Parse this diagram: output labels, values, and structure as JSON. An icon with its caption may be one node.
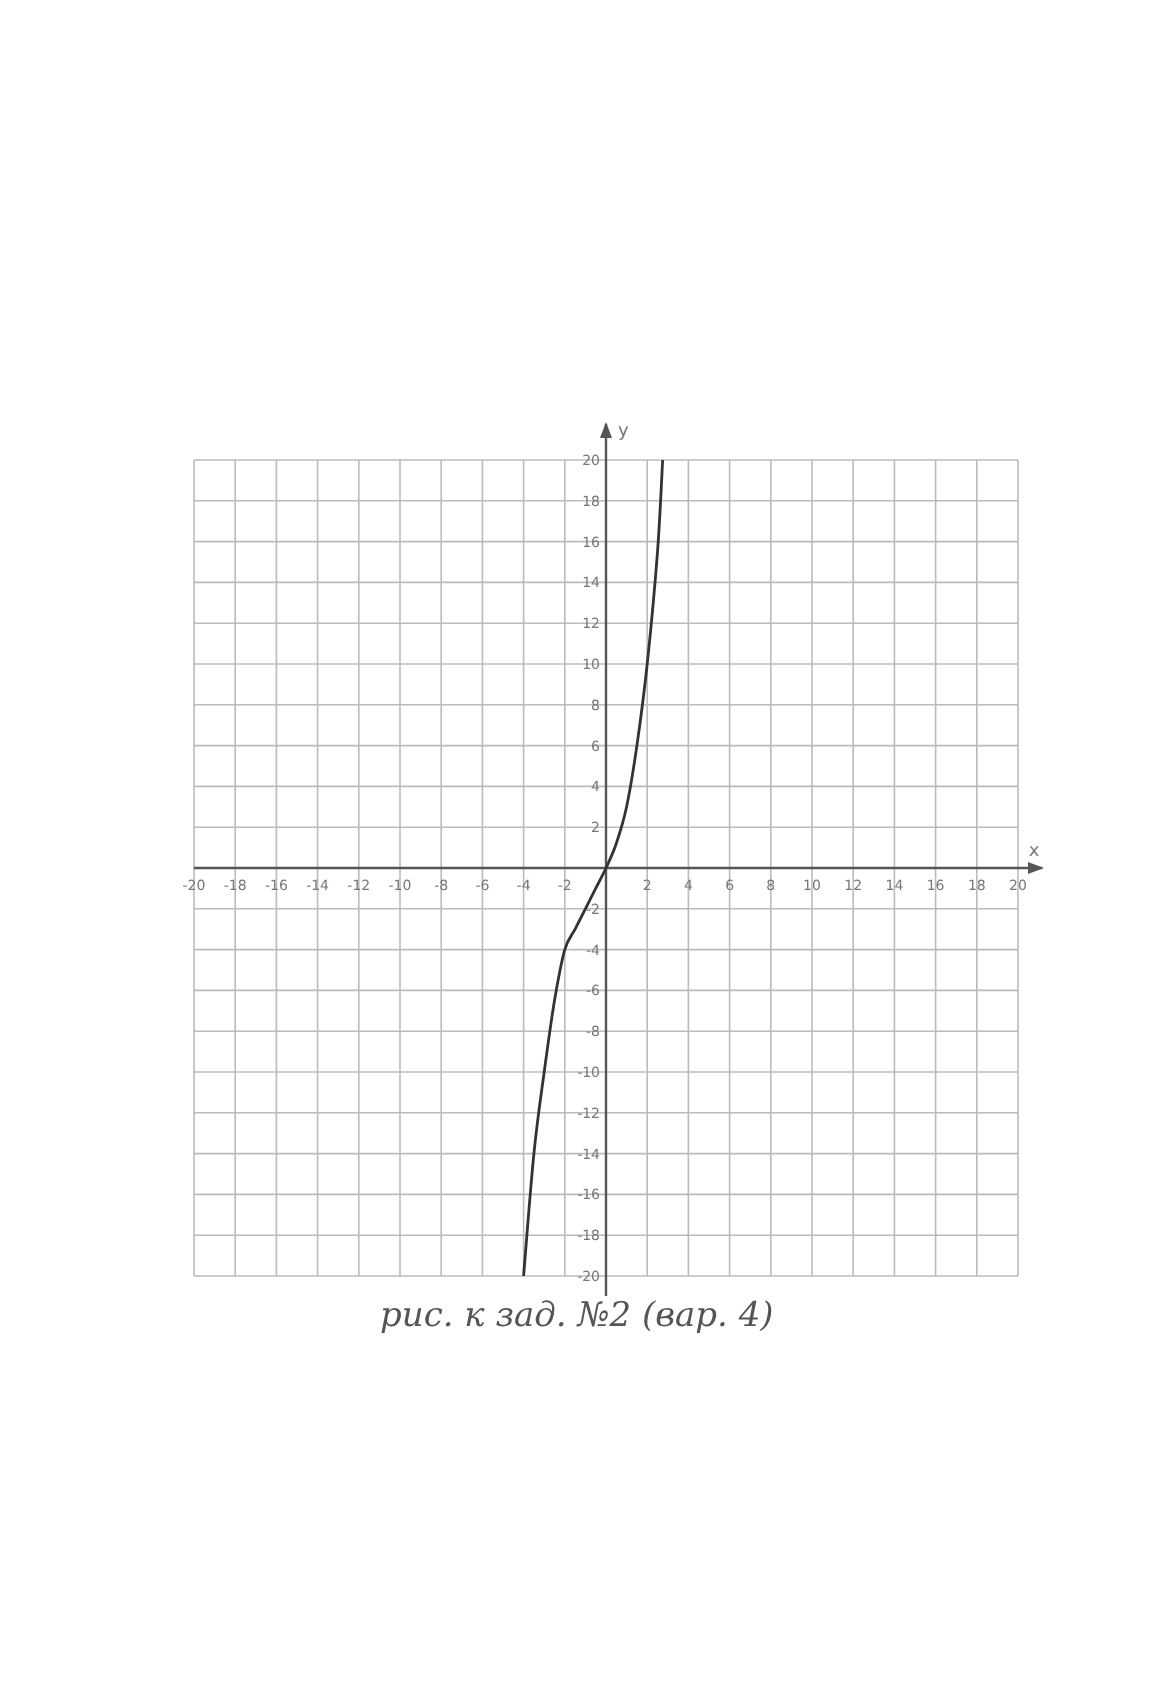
{
  "diagram": {
    "caption": "рис. к зад. №2 (вар. 4)",
    "chart_data": {
      "type": "line",
      "grid": true,
      "xlabel": "x",
      "ylabel": "y",
      "x": [
        -4,
        -3.5,
        -3,
        -2.5,
        -2,
        -1.5,
        -1,
        -0.5,
        0,
        0.5,
        1,
        1.5,
        2,
        2.5,
        2.75
      ],
      "series": [
        {
          "color": "#333333",
          "values": [
            -20,
            -14,
            -10,
            -6.5,
            -4,
            -3,
            -2,
            -1,
            0,
            1.2,
            3,
            6,
            10,
            15.5,
            20
          ]
        }
      ],
      "xlim": [
        -20,
        20
      ],
      "ylim": [
        -20,
        20
      ],
      "xticks": [
        -20,
        -18,
        -16,
        -14,
        -12,
        -10,
        -8,
        -6,
        -4,
        -2,
        2,
        4,
        6,
        8,
        10,
        12,
        14,
        16,
        18,
        20
      ],
      "yticks": [
        -20,
        -18,
        -16,
        -14,
        -12,
        -10,
        -8,
        -6,
        -4,
        -2,
        2,
        4,
        6,
        8,
        10,
        12,
        14,
        16,
        18,
        20
      ]
    }
  }
}
